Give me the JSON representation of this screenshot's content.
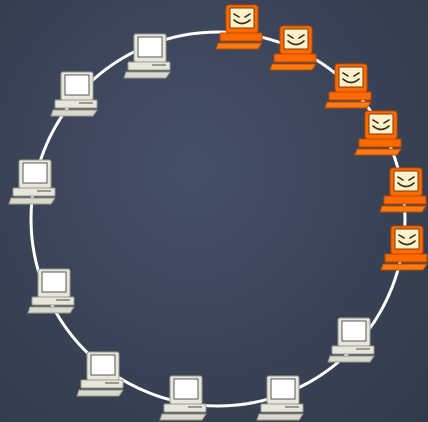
{
  "colors": {
    "background": "#3b4455",
    "ring": "#ffffff",
    "normal_computer_body": "#e6e6dc",
    "normal_computer_screen": "#ffffff",
    "malicious_computer_body": "#ff6a00",
    "malicious_computer_screen": "#fff1cc",
    "malicious_face": "#3a2a10"
  },
  "ring": {
    "shape": "circle"
  },
  "nodes": [
    {
      "kind": "normal-computer",
      "icon": "computer-icon"
    },
    {
      "kind": "normal-computer",
      "icon": "computer-icon"
    },
    {
      "kind": "normal-computer",
      "icon": "computer-icon"
    },
    {
      "kind": "normal-computer",
      "icon": "computer-icon"
    },
    {
      "kind": "normal-computer",
      "icon": "computer-icon"
    },
    {
      "kind": "normal-computer",
      "icon": "computer-icon"
    },
    {
      "kind": "normal-computer",
      "icon": "computer-icon"
    },
    {
      "kind": "normal-computer",
      "icon": "computer-icon"
    },
    {
      "kind": "malicious-computer",
      "icon": "smiling-computer-icon"
    },
    {
      "kind": "malicious-computer",
      "icon": "smiling-computer-icon"
    },
    {
      "kind": "malicious-computer",
      "icon": "smiling-computer-icon"
    },
    {
      "kind": "malicious-computer",
      "icon": "smiling-computer-icon"
    },
    {
      "kind": "malicious-computer",
      "icon": "smiling-computer-icon"
    },
    {
      "kind": "malicious-computer",
      "icon": "smiling-computer-icon"
    }
  ]
}
